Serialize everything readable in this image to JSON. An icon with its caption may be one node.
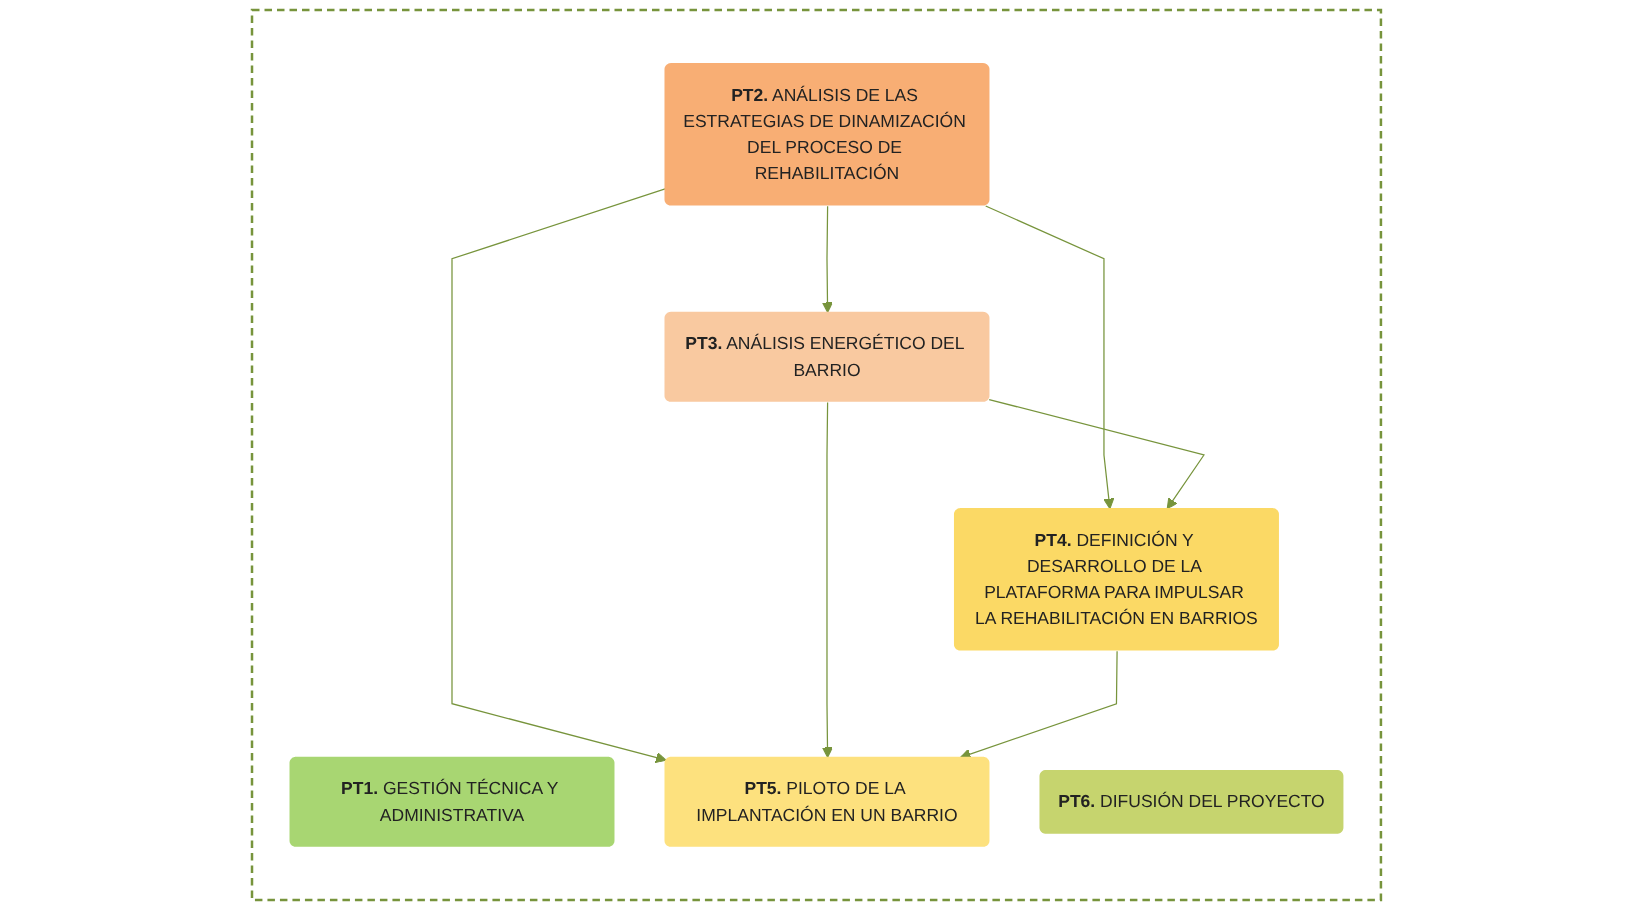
{
  "diagram": {
    "nodes": [
      {
        "text": [],
        "shape": "box"
      },
      {
        "text": [
          "**PT1.** GESTIÓN TÉCNICA Y ADMINISTRATIVA"
        ],
        "in": 0
      },
      {
        "text": [
          "**PT2.** ANÁLISIS DE LAS ESTRATEGIAS DE DINAMIZACIÓN DEL PROCESO DE REHABILITACIÓN"
        ],
        "in": 0
      },
      {
        "text": [
          "**PT3.** ANÁLISIS ENERGÉTICO DEL BARRIO"
        ],
        "in": 0
      },
      {
        "text": [
          "**PT4.** DEFINICIÓN Y DESARROLLO DE LA PLATAFORMA PARA IMPULSAR LA REHABILITACIÓN EN BARRIOS"
        ],
        "in": 0
      },
      {
        "text": [
          "**PT5.** PILOTO DE LA IMPLANTACIÓN EN UN BARRIO"
        ],
        "in": 0
      },
      {
        "text": [
          "**PT6.** DIFUSIÓN DEL PROYECTO"
        ],
        "in": 0
      }
    ],
    "edges": [
      {
        "from": 2,
        "to": 3,
        "arrow": "to"
      },
      {
        "from": 2,
        "to": 4,
        "arrow": "to"
      },
      {
        "from": 2,
        "to": 5,
        "arrow": "to"
      },
      {
        "from": 3,
        "to": 4,
        "arrow": "to"
      },
      {
        "from": 3,
        "to": 5,
        "arrow": "to"
      },
      {
        "from": 4,
        "to": 5,
        "arrow": "to"
      }
    ]
  }
}
